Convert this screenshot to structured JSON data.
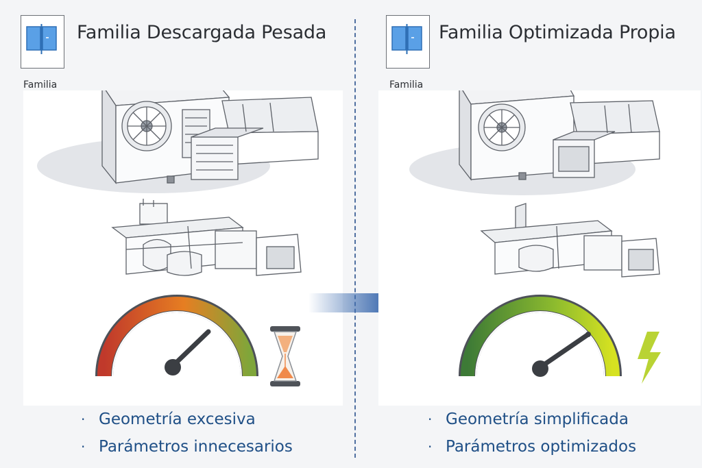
{
  "left": {
    "title": "Familia Descargada Pesada",
    "label": "Familia",
    "bullets": [
      "Geometría excesiva",
      "Parámetros innecesarios"
    ]
  },
  "right": {
    "title": "Familia Optimizada Propia",
    "label": "Familia",
    "bullets": [
      "Geometría simplificada",
      "Parámetros optimizados"
    ]
  },
  "icons": {
    "left_indicator": "hourglass-icon",
    "right_indicator": "lightning-icon",
    "family": "family-file-icon"
  },
  "colors": {
    "bullet_text": "#1f4f86",
    "arrow": "#3f6db0",
    "gauge_left": [
      "#c0392b",
      "#e67e22",
      "#7fa63a"
    ],
    "gauge_right": [
      "#3d7a36",
      "#8dbb2e",
      "#d6e221"
    ],
    "lightning": "#b9d334",
    "hourglass_sand": "#f08a4b"
  },
  "gauges": {
    "left_level": 0.72,
    "right_level": 0.82
  }
}
